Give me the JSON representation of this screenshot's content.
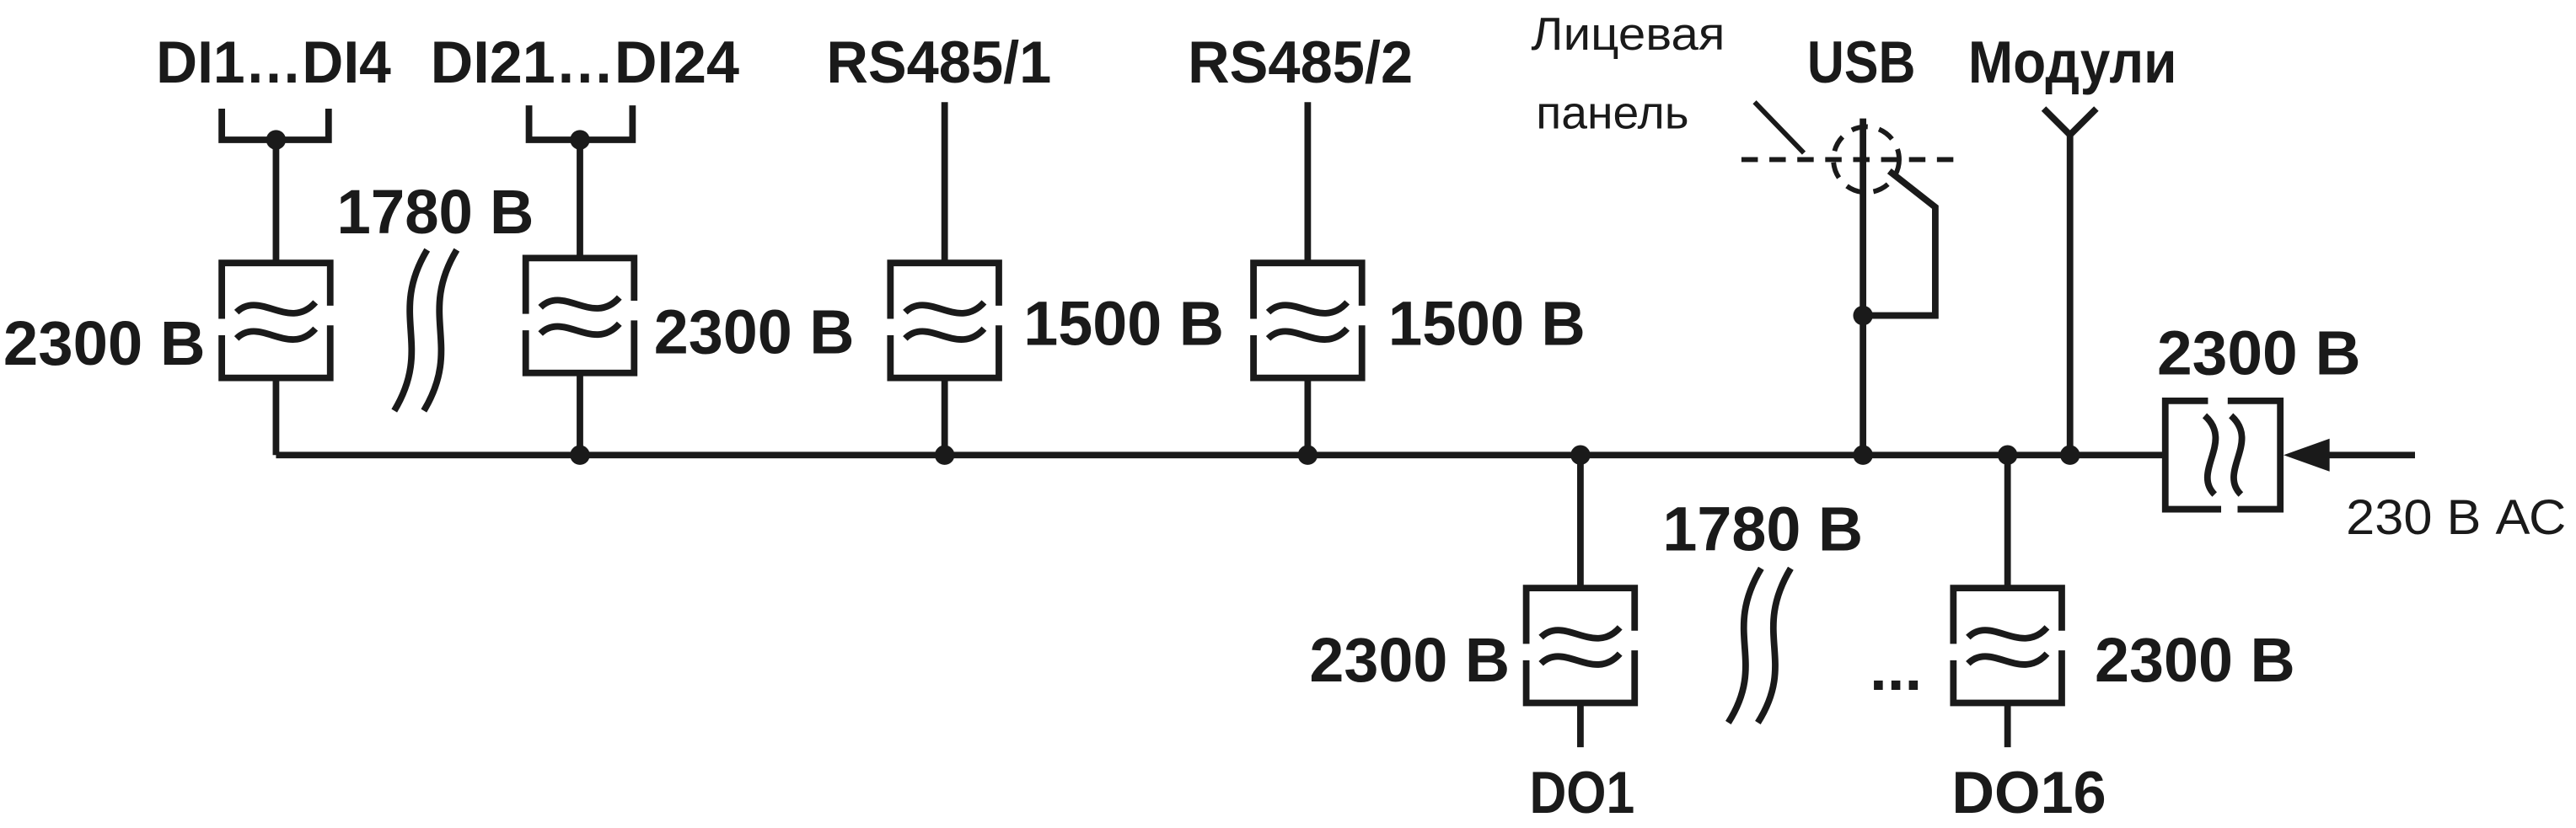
{
  "labels": {
    "di1_di4": "DI1…DI4",
    "di21_di24": "DI21…DI24",
    "rs485_1": "RS485/1",
    "rs485_2": "RS485/2",
    "front_panel_line1": "Лицевая",
    "front_panel_line2": "панель",
    "usb": "USB",
    "modules": "Модули",
    "do1": "DO1",
    "do16": "DO16",
    "ellipsis": "...",
    "supply": "230 В АС"
  },
  "voltages": {
    "di1_di4": "2300 В",
    "di_groups_between": "1780 В",
    "di21_di24": "2300 В",
    "rs485_1": "1500 В",
    "rs485_2": "1500 В",
    "supply": "2300 В",
    "do_groups_between": "1780 В",
    "do1": "2300 В",
    "do16": "2300 В"
  },
  "colors": {
    "line": "#1a1a1a",
    "background": "#ffffff"
  }
}
